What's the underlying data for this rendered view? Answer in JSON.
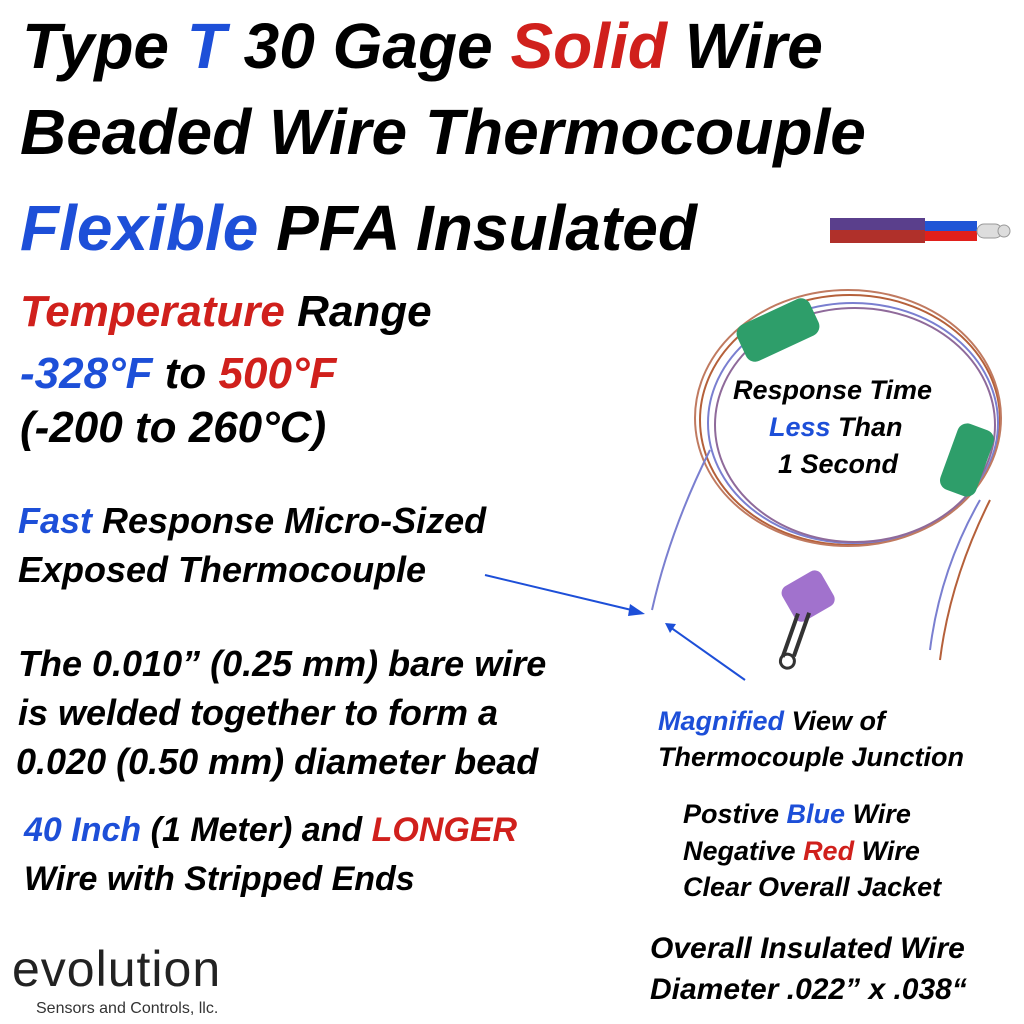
{
  "title": {
    "l1a": "Type ",
    "l1b": "T",
    "l1c": " 30 Gage ",
    "l1d": "Solid",
    "l1e": " Wire",
    "l2": "Beaded Wire Thermocouple",
    "l3a": "Flexible",
    "l3b": " PFA Insulated"
  },
  "temp": {
    "a": "Temperature",
    "b": " Range",
    "c": "-328°F",
    "d": " to ",
    "e": "500°F",
    "f": "(-200 to 260°C)"
  },
  "fast": {
    "a": "Fast",
    "b": " Response Micro-Sized",
    "c": "Exposed Thermocouple"
  },
  "bead": {
    "l1": "The 0.010” (0.25 mm) bare wire",
    "l2": "is welded together to form a",
    "l3": "0.020 (0.50 mm) diameter bead"
  },
  "length": {
    "a": "40 Inch",
    "b": " (1 Meter) and ",
    "c": "LONGER",
    "d": "Wire with Stripped Ends"
  },
  "response": {
    "l1": "Response Time",
    "l2a": "Less",
    "l2b": " Than",
    "l3": "1 Second"
  },
  "magnified": {
    "a": "Magnified",
    "b": " View of",
    "c": "Thermocouple Junction"
  },
  "wires": {
    "l1a": "Postive ",
    "l1b": "Blue",
    "l1c": " Wire",
    "l2a": "Negative ",
    "l2b": "Red",
    "l2c": " Wire",
    "l3": "Clear Overall Jacket"
  },
  "diameter": {
    "l1": "Overall Insulated Wire",
    "l2": "Diameter .022” x .038“"
  },
  "logo": {
    "word": "evolution",
    "sub": "Sensors and Controls, llc."
  },
  "colors": {
    "blue": "#1d4fd8",
    "red": "#d0201c",
    "green": "#2e9e6a"
  }
}
